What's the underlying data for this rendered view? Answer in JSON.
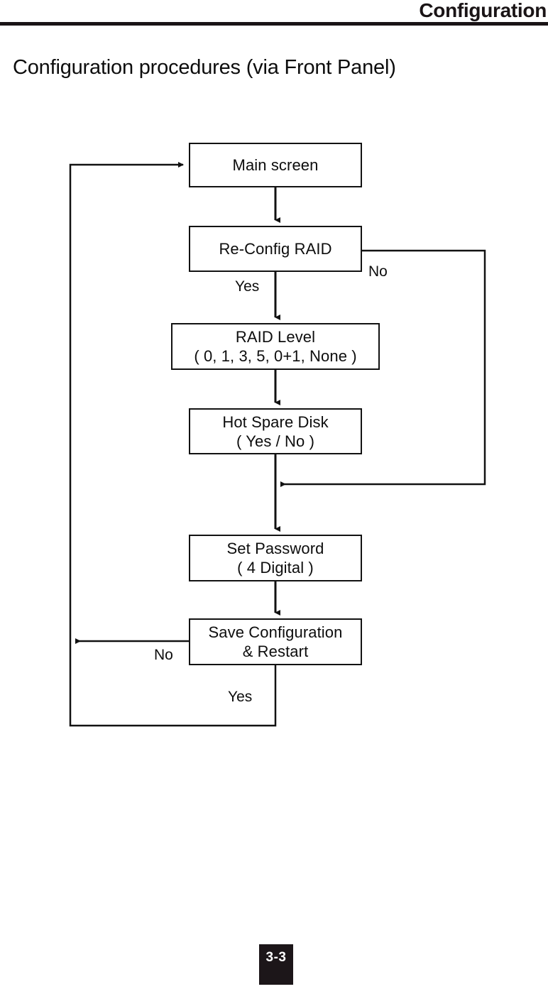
{
  "header": {
    "section_title": "Configuration"
  },
  "page_title": "Configuration procedures  (via Front Panel)",
  "flowchart": {
    "nodes": [
      {
        "id": "main-screen",
        "line1": "Main screen",
        "line2": ""
      },
      {
        "id": "re-config-raid",
        "line1": "Re-Config RAID",
        "line2": ""
      },
      {
        "id": "raid-level",
        "line1": "RAID Level",
        "line2": "( 0, 1, 3, 5, 0+1, None )"
      },
      {
        "id": "hot-spare-disk",
        "line1": "Hot Spare Disk",
        "line2": "( Yes / No )"
      },
      {
        "id": "set-password",
        "line1": "Set Password",
        "line2": "( 4 Digital )"
      },
      {
        "id": "save-configuration",
        "line1": "Save Configuration",
        "line2": "& Restart"
      }
    ],
    "edge_labels": {
      "reconfig_yes": "Yes",
      "reconfig_no": "No",
      "save_no": "No",
      "save_yes": "Yes"
    }
  },
  "footer": {
    "page_number": "3-3"
  }
}
